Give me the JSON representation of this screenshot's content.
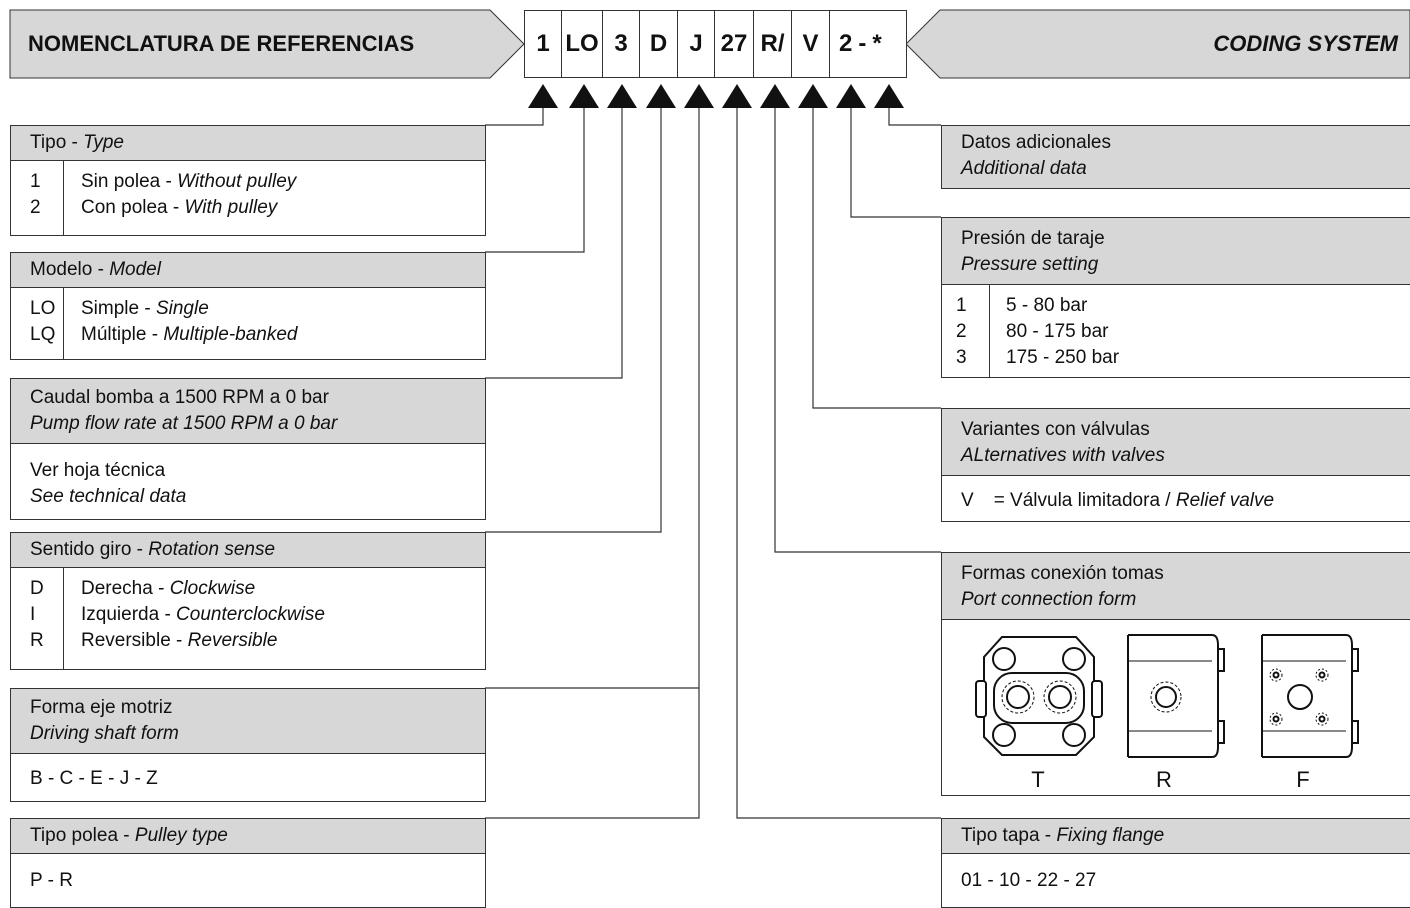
{
  "header": {
    "left_title": "NOMENCLATURA DE REFERENCIAS",
    "right_title": "CODING SYSTEM",
    "code": [
      "1",
      "LO",
      "3",
      "D",
      "J",
      "27",
      "R/",
      "V",
      "2",
      "-",
      "*"
    ]
  },
  "left": {
    "type": {
      "title_es": "Tipo - ",
      "title_en": "Type",
      "rows": [
        {
          "code": "1",
          "es": "Sin polea - ",
          "en": "Without pulley"
        },
        {
          "code": "2",
          "es": "Con polea - ",
          "en": "With pulley"
        }
      ]
    },
    "model": {
      "title_es": "Modelo - ",
      "title_en": "Model",
      "rows": [
        {
          "code": "LO",
          "es": "Simple - ",
          "en": "Single"
        },
        {
          "code": "LQ",
          "es": "Múltiple - ",
          "en": "Multiple-banked"
        }
      ]
    },
    "flow": {
      "title_es": "Caudal bomba a 1500 RPM a 0 bar",
      "title_en": "Pump flow rate at 1500 RPM a 0 bar",
      "body_es": "Ver hoja técnica",
      "body_en": "See technical data"
    },
    "rotation": {
      "title_es": "Sentido giro - ",
      "title_en": "Rotation sense",
      "rows": [
        {
          "code": "D",
          "es": "Derecha - ",
          "en": "Clockwise"
        },
        {
          "code": "I",
          "es": "Izquierda - ",
          "en": "Counterclockwise"
        },
        {
          "code": "R",
          "es": "Reversible - ",
          "en": "Reversible"
        }
      ]
    },
    "shaft": {
      "title_es": "Forma eje motriz",
      "title_en": "Driving shaft form",
      "body": "B - C - E - J - Z"
    },
    "pulley": {
      "title_es": "Tipo polea - ",
      "title_en": "Pulley type",
      "body": "P - R"
    }
  },
  "right": {
    "additional": {
      "title_es": "Datos adicionales",
      "title_en": "Additional data"
    },
    "pressure": {
      "title_es": "Presión de taraje",
      "title_en": "Pressure setting",
      "rows": [
        {
          "code": "1",
          "value": "5 - 80 bar"
        },
        {
          "code": "2",
          "value": "80 - 175 bar"
        },
        {
          "code": "3",
          "value": "175 - 250 bar"
        }
      ]
    },
    "valves": {
      "title_es": "Variantes con válvulas",
      "title_en": "ALternatives with valves",
      "code": "V",
      "body_es": "= Válvula limitadora / ",
      "body_en": "Relief valve"
    },
    "ports": {
      "title_es": "Formas conexión tomas",
      "title_en": "Port connection form",
      "labels": [
        "T",
        "R",
        "F"
      ]
    },
    "flange": {
      "title_es": "Tipo tapa - ",
      "title_en": "Fixing flange",
      "body": "01 - 10 - 22 - 27"
    }
  }
}
